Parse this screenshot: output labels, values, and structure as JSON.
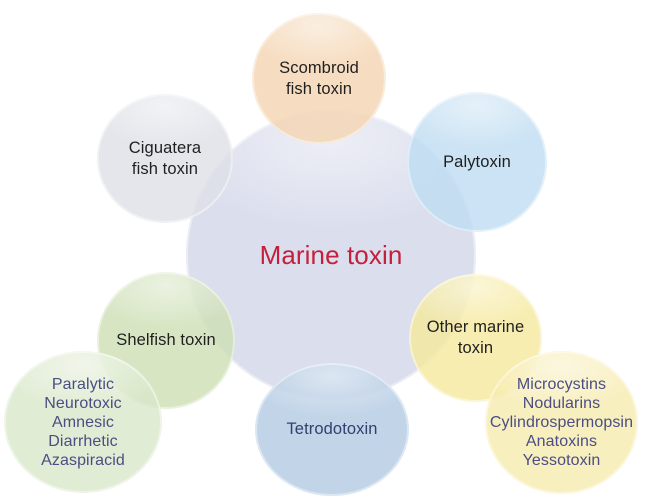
{
  "center_circle": {
    "id": "marine-toxin",
    "label": "Marine toxin",
    "fill": "rgba(210,214,233,0.8)",
    "text_color": "#c4203c"
  },
  "satellites": [
    {
      "id": "scombroid-fish-toxin",
      "label": "Scombroid\nfish toxin",
      "fill": "rgba(244,213,177,0.8)",
      "text_color": "#1f1f1f"
    },
    {
      "id": "ciguatera-fish-toxin",
      "label": "Ciguatera\nfish toxin",
      "fill": "rgba(221,224,231,0.8)",
      "text_color": "#1f1f1f"
    },
    {
      "id": "palytoxin",
      "label": "Palytoxin",
      "fill": "rgba(190,220,241,0.8)",
      "text_color": "#1f1f1f"
    },
    {
      "id": "shelfish-toxin",
      "label": "Shelfish toxin",
      "fill": "rgba(205,223,180,0.8)",
      "text_color": "#1f1f1f"
    },
    {
      "id": "other-marine-toxin",
      "label": "Other marine\ntoxin",
      "fill": "rgba(245,233,156,0.8)",
      "text_color": "#1f1f1f"
    },
    {
      "id": "tetrodotoxin",
      "label": "Tetrodotoxin",
      "fill": "rgba(178,201,226,0.8)",
      "text_color": "#31406f"
    }
  ],
  "detail_lists": [
    {
      "id": "shelfish-toxin-types",
      "items": [
        "Paralytic",
        "Neurotoxic",
        "Amnesic",
        "Diarrhetic",
        "Azaspiracid"
      ],
      "fill": "rgba(218,231,201,0.8)",
      "text_color": "#4a4e82"
    },
    {
      "id": "other-marine-toxin-types",
      "items": [
        "Microcystins",
        "Nodularins",
        "Cylindrospermopsin",
        "Anatoxins",
        "Yessotoxin"
      ],
      "fill": "rgba(246,235,175,0.8)",
      "text_color": "#4a4e82"
    }
  ]
}
